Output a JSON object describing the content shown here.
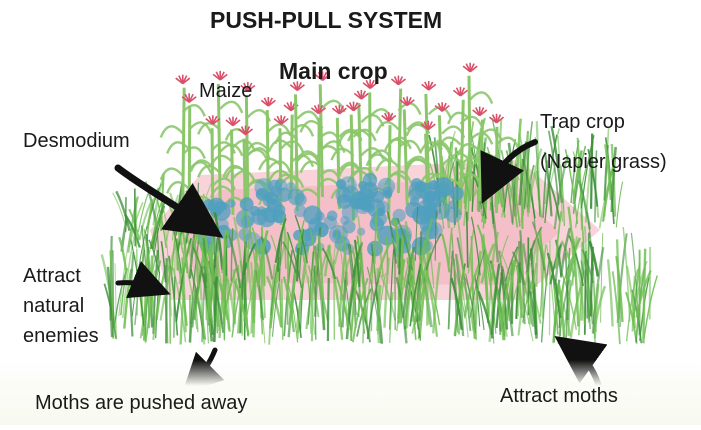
{
  "title": "PUSH-PULL SYSTEM",
  "labels": {
    "main_crop": "Main crop",
    "maize": "Maize",
    "desmodium": "Desmodium",
    "trap_crop": "Trap crop",
    "napier": "(Napier grass)",
    "attract_natural_1": "Attract",
    "attract_natural_2": "natural",
    "attract_natural_3": "enemies",
    "moths_pushed": "Moths are pushed away",
    "attract_moths": "Attract moths"
  },
  "colors": {
    "grass": "#6fbf52",
    "grass_dark": "#3d8f3a",
    "maize": "#8cc66b",
    "desmodium": "#4f9fbf",
    "soil": "#f4b9c3",
    "tassel": "#d9506a",
    "arrow": "#111111"
  }
}
